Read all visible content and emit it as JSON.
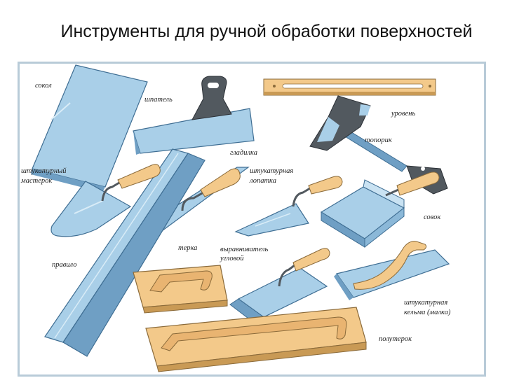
{
  "slide": {
    "title": "Инструменты для ручной обработки поверхностей"
  },
  "colors": {
    "metal": "#a9cfe8",
    "metal_dark": "#6f9fc4",
    "metal_outline": "#3f6e93",
    "wood": "#f3c98a",
    "wood_dark": "#c99a55",
    "steel_dark": "#52595f",
    "frame": "#b8cbd8"
  },
  "figure": {
    "labels": {
      "sokol": "сокол",
      "shpatel": "шпатель",
      "uroven": "уровень",
      "toporik": "топорик",
      "gladilka": "гладилка",
      "master_1": "штукатурный",
      "master_2": "мастерок",
      "lopatka_1": "штукатурная",
      "lopatka_2": "лопатка",
      "sovok": "совок",
      "pravilo": "правило",
      "terka": "терка",
      "vyravn_1": "выравниватель",
      "vyravn_2": "угловой",
      "kelma_1": "штукатурная",
      "kelma_2": "кельма (малка)",
      "poluterok": "полутерок"
    }
  }
}
